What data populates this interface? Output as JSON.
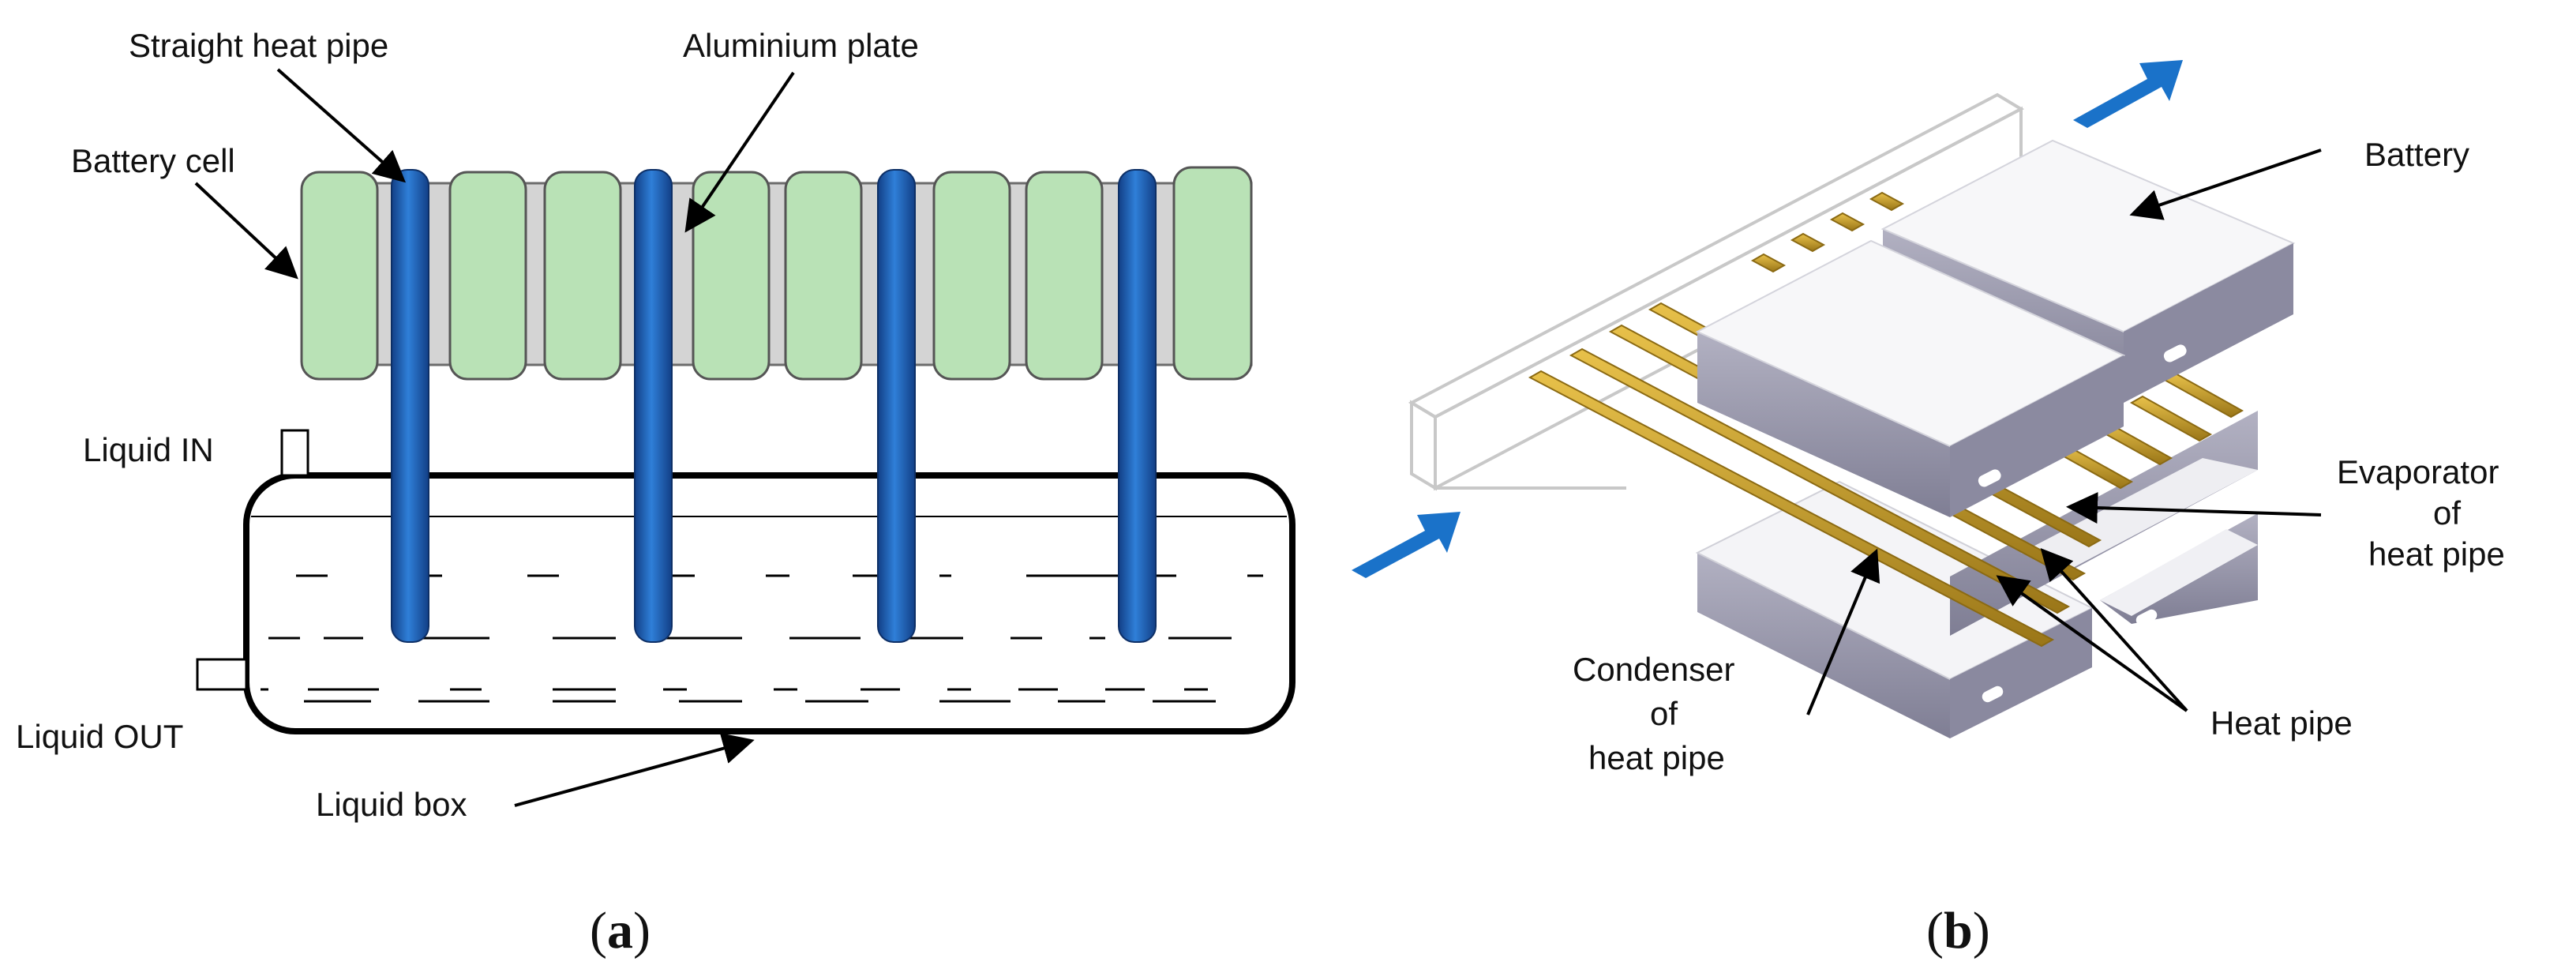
{
  "panel_a": {
    "labels": {
      "straight_heat_pipe": "Straight heat pipe",
      "aluminium_plate": "Aluminium plate",
      "battery_cell": "Battery cell",
      "liquid_in": "Liquid IN",
      "liquid_out": "Liquid OUT",
      "liquid_box": "Liquid box"
    },
    "caption_open": "(",
    "caption_letter": "a",
    "caption_close": ")"
  },
  "panel_b": {
    "labels": {
      "battery": "Battery",
      "evaporator_line1": "Evaporator",
      "evaporator_line2": "of",
      "evaporator_line3": "heat pipe",
      "condenser_line1": "Condenser",
      "condenser_line2": "of",
      "condenser_line3": "heat pipe",
      "heat_pipe": "Heat pipe"
    },
    "caption_open": "(",
    "caption_letter": "b",
    "caption_close": ")"
  },
  "colors": {
    "battery_cell_fill": "#b9e2b6",
    "aluminium_plate_fill": "#d4d4d4",
    "heat_pipe_blue": "#1f6fc9",
    "flow_arrow_blue": "#1a72c9",
    "heat_pipe_gold": "#c9a227",
    "battery_block_top": "#f7f7f9",
    "battery_block_side": "#9a99ae"
  }
}
